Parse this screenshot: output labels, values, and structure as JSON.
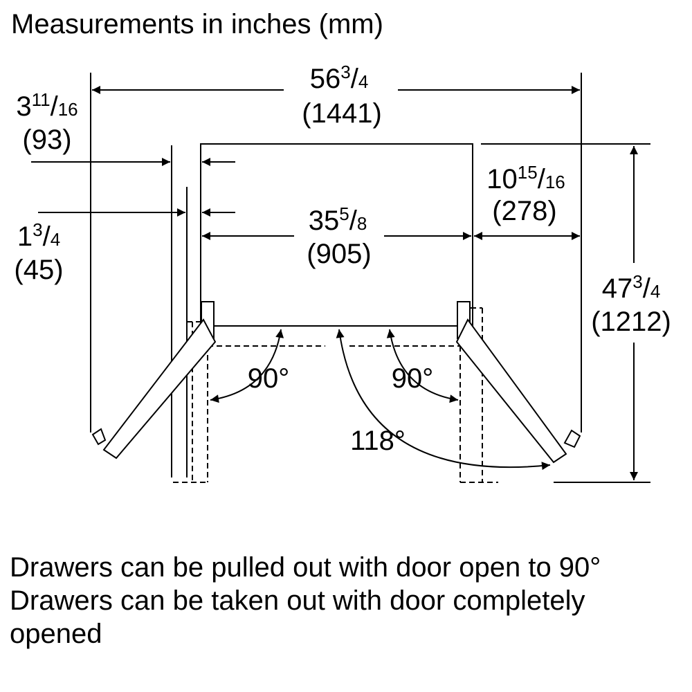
{
  "title": "Measurements in inches (mm)",
  "dimensions": {
    "overall_width": {
      "whole": "56",
      "num": "3",
      "den": "4",
      "mm": "(1441)"
    },
    "left_clearance": {
      "whole": "3",
      "num": "11",
      "den": "16",
      "mm": "(93)"
    },
    "hinge_offset": {
      "whole": "1",
      "num": "3",
      "den": "4",
      "mm": "(45)"
    },
    "cabinet_width": {
      "whole": "35",
      "num": "5",
      "den": "8",
      "mm": "(905)"
    },
    "right_clearance": {
      "whole": "10",
      "num": "15",
      "den": "16",
      "mm": "(278)"
    },
    "total_depth": {
      "whole": "47",
      "num": "3",
      "den": "4",
      "mm": "(1212)"
    }
  },
  "angles": {
    "left": "90°",
    "right": "90°",
    "full_open": "118°"
  },
  "notes": [
    "Drawers can be pulled out with door open to 90°",
    "Drawers can be taken out with door completely opened"
  ]
}
